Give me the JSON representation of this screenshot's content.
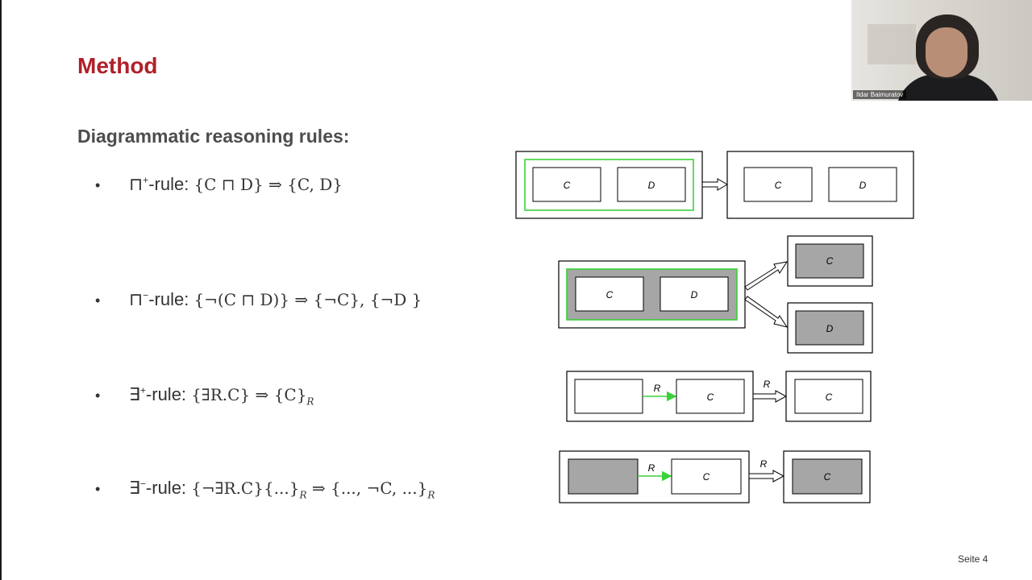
{
  "slide": {
    "title": "Method",
    "subtitle": "Diagrammatic reasoning rules:",
    "page_number": "Seite 4",
    "bullet": "•"
  },
  "rules": [
    {
      "prefix": "⊓",
      "sup": "+",
      "name": "-rule: ",
      "formula": "{C ⊓ D} ⇒ {C, D}",
      "sub": "",
      "tail": "",
      "tail_sub": ""
    },
    {
      "prefix": "⊓",
      "sup": "−",
      "name": "-rule: ",
      "formula": "{¬(C ⊓ D)} ⇒ {¬C}, {¬D }",
      "sub": "",
      "tail": "",
      "tail_sub": ""
    },
    {
      "prefix": "∃",
      "sup": "+",
      "name": "-rule: ",
      "formula": "{∃R.C} ⇒ {C}",
      "sub": "R",
      "tail": "",
      "tail_sub": ""
    },
    {
      "prefix": "∃",
      "sup": "−",
      "name": "-rule: ",
      "formula": "{¬∃R.C}{...}",
      "sub": "R",
      "tail": " ⇒ {..., ¬C, ...}",
      "tail_sub": "R"
    }
  ],
  "diagram_labels": {
    "c": "C",
    "d": "D",
    "r": "R"
  },
  "webcam": {
    "name": "Ildar Baimuratov"
  },
  "colors": {
    "title": "#b0202a",
    "highlight_green": "#3ad13a",
    "shaded_gray": "#a6a6a6"
  }
}
